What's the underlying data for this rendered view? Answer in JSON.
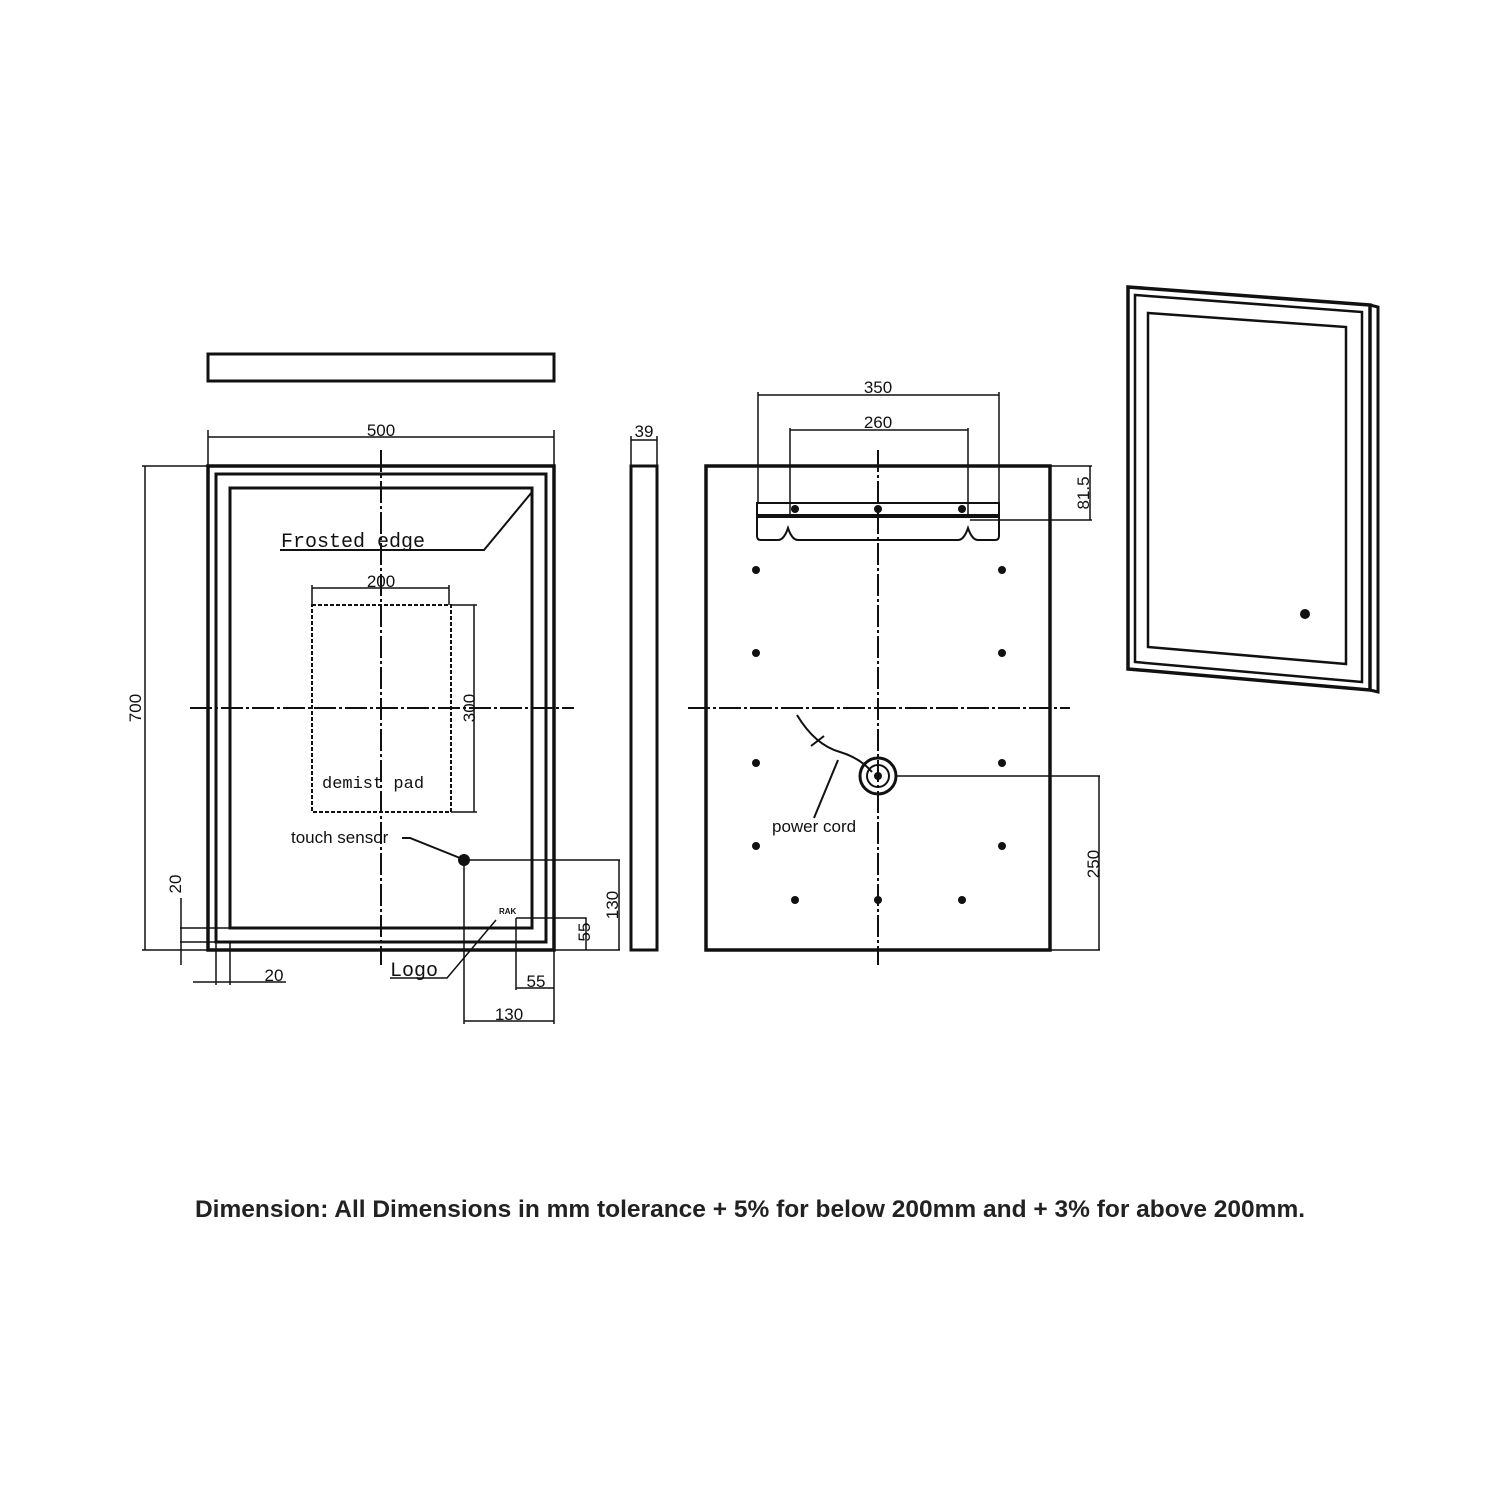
{
  "front_view": {
    "width_label": "500",
    "height_label": "700",
    "depth_label": "39",
    "frosted_edge_label": "Frosted edge",
    "demist_width_label": "200",
    "demist_height_label": "300",
    "demist_pad_label": "demist pad",
    "touch_sensor_label": "touch sensor",
    "logo_text": "RAK",
    "logo_label": "Logo",
    "frame_left_label": "20",
    "frame_bottom_label": "20",
    "logo_right_label": "55",
    "logo_bottom_label": "55",
    "sensor_right_label": "130",
    "sensor_bottom_label": "130"
  },
  "back_view": {
    "bracket_outer_label": "350",
    "bracket_inner_label": "260",
    "bracket_top_label": "81.5",
    "power_cord_label": "power cord",
    "cord_height_label": "250"
  },
  "footer": {
    "note": "Dimension: All Dimensions in mm tolerance + 5% for below 200mm and + 3% for above 200mm."
  }
}
